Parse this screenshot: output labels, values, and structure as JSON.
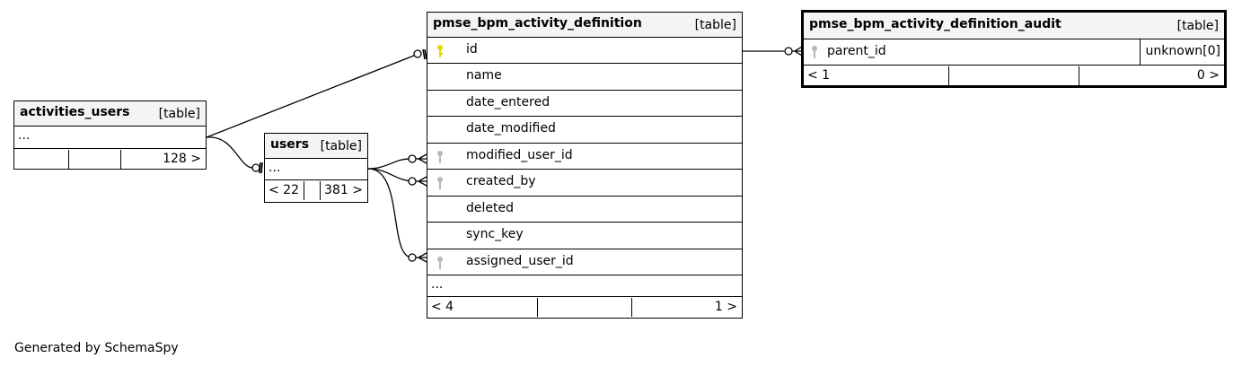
{
  "tables": {
    "activities_users": {
      "name": "activities_users",
      "type": "[table]",
      "ellipsis": "...",
      "footer": {
        "left": "",
        "mid": "",
        "right": "128 >"
      }
    },
    "users": {
      "name": "users",
      "type": "[table]",
      "ellipsis": "...",
      "footer": {
        "left": "< 22",
        "mid": "",
        "right": "381 >"
      }
    },
    "pmse_bpm_activity_definition": {
      "name": "pmse_bpm_activity_definition",
      "type": "[table]",
      "columns": [
        {
          "name": "id",
          "key": "primary-key"
        },
        {
          "name": "name",
          "key": "none"
        },
        {
          "name": "date_entered",
          "key": "none"
        },
        {
          "name": "date_modified",
          "key": "none"
        },
        {
          "name": "modified_user_id",
          "key": "foreign-key"
        },
        {
          "name": "created_by",
          "key": "foreign-key"
        },
        {
          "name": "deleted",
          "key": "none"
        },
        {
          "name": "sync_key",
          "key": "none"
        },
        {
          "name": "assigned_user_id",
          "key": "foreign-key"
        }
      ],
      "ellipsis": "...",
      "footer": {
        "left": "< 4",
        "mid": "",
        "right": "1 >"
      }
    },
    "pmse_bpm_activity_definition_audit": {
      "name": "pmse_bpm_activity_definition_audit",
      "type": "[table]",
      "columns": [
        {
          "name": "parent_id",
          "key": "foreign-key",
          "coltype": "unknown[0]"
        }
      ],
      "footer": {
        "left": "< 1",
        "mid": "",
        "right": "0 >"
      }
    }
  },
  "footer_text": "Generated by SchemaSpy",
  "colors": {
    "header_bg": "#f4f4f4",
    "primary_key": "#e2d900",
    "foreign_key": "#b8b8b8",
    "line": "#000000"
  }
}
